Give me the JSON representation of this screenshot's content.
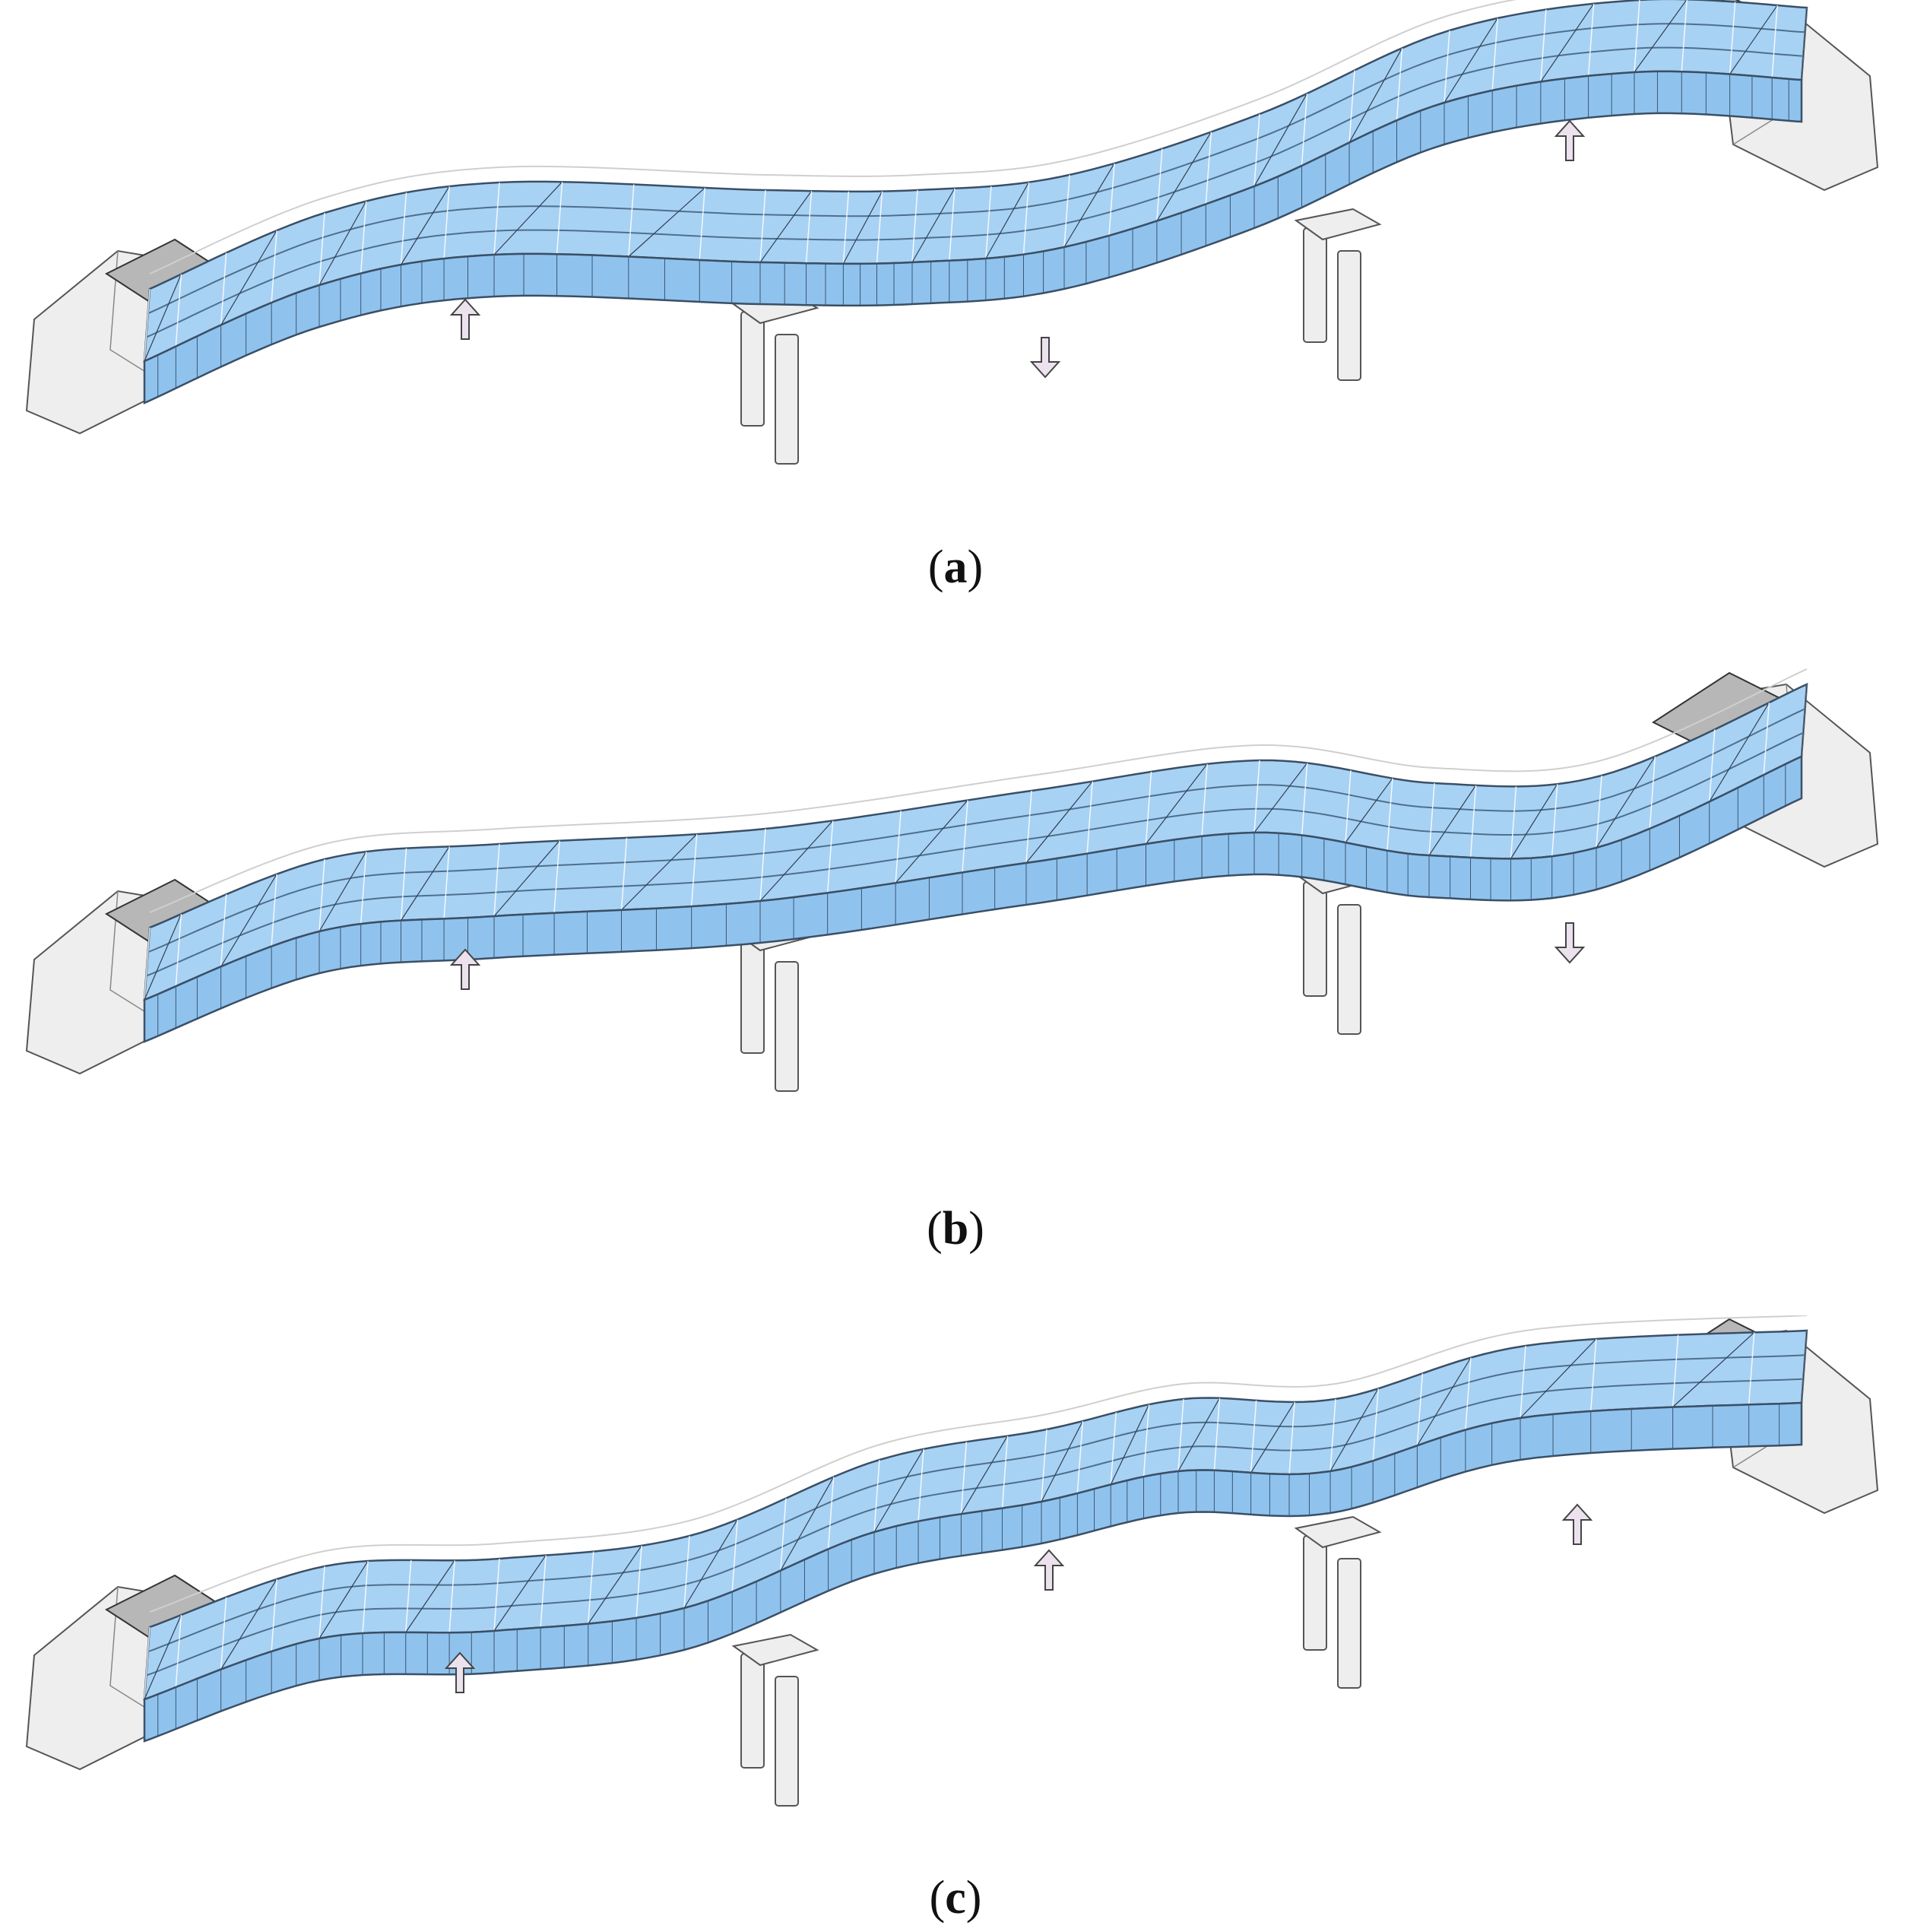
{
  "figure": {
    "colors": {
      "deck": "#8fc3ee",
      "deck_top": "#a8d2f4",
      "deck_edge": "#3a4f66",
      "concrete": "#eeeeee",
      "concrete_edge": "#555555",
      "slab": "#b7b7b7",
      "arrow_fill": "#ece2ee",
      "arrow_edge": "#444444"
    },
    "panels": [
      {
        "id": "a",
        "caption": "a",
        "arrows": [
          "up",
          "down",
          "up"
        ]
      },
      {
        "id": "b",
        "caption": "b",
        "arrows": [
          "up",
          "down"
        ]
      },
      {
        "id": "c",
        "caption": "c",
        "arrows": [
          "up",
          "up",
          "up"
        ]
      }
    ]
  }
}
